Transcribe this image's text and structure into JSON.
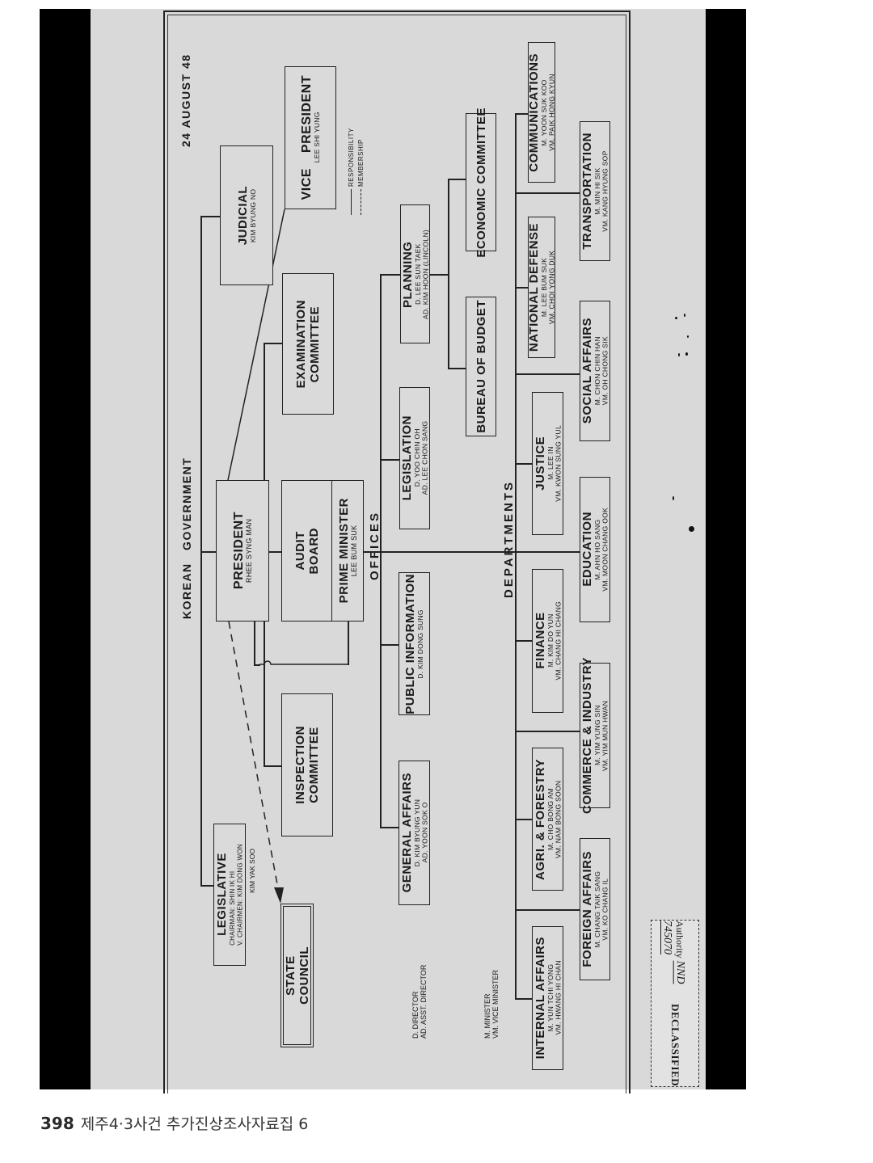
{
  "document": {
    "date": "24 AUGUST 48",
    "title": "KOREAN GOVERNMENT",
    "section_offices": "OFFICES",
    "section_departments": "DEPARTMENTS",
    "legend": {
      "responsibility": "RESPONSIBILITY",
      "membership": "MEMBERSHIP"
    },
    "abbreviations": {
      "offices": [
        "D. DIRECTOR",
        "AD. ASST. DIRECTOR"
      ],
      "departments": [
        "M. MINISTER",
        "VM. VICE MINISTER"
      ]
    }
  },
  "boxes": {
    "judicial": {
      "title": "JUDICIAL",
      "lines": [
        "KIM BYUNG NO"
      ]
    },
    "vice_president": {
      "title": "VICE PRESIDENT",
      "lines": [
        "LEE SHI YUNG"
      ]
    },
    "examination_committee": {
      "title": "EXAMINATION",
      "title2": "COMMITTEE"
    },
    "president": {
      "title": "PRESIDENT",
      "lines": [
        "RHEE SYNG MAN"
      ]
    },
    "audit_board": {
      "title": "AUDIT",
      "title2": "BOARD"
    },
    "prime_minister": {
      "title": "PRIME MINISTER",
      "lines": [
        "LEE BUM SUK"
      ]
    },
    "inspection_committee": {
      "title": "INSPECTION",
      "title2": "COMMITTEE"
    },
    "legislative": {
      "title": "LEGISLATIVE",
      "lines": [
        "CHAIRMAN:  SHIN IK HI",
        "V. CHAIRMEN:  KIM DONG WON",
        "KIM YAK SOO"
      ]
    },
    "state_council": {
      "title": "STATE",
      "title2": "COUNCIL"
    },
    "planning": {
      "title": "PLANNING",
      "lines": [
        "D.  LEE  SUN  TAEK",
        "AD.  KIM HOON (LINCOLN)"
      ]
    },
    "legislation": {
      "title": "LEGISLATION",
      "lines": [
        "D.  YOO  CHIN  OH",
        "AD.  LEE  CHON  SANG"
      ]
    },
    "public_information": {
      "title": "PUBLIC  INFORMATION",
      "lines": [
        "D.  KIM DONG SUNG"
      ]
    },
    "general_affairs": {
      "title": "GENERAL  AFFAIRS",
      "lines": [
        "D.  KIM BYUNG YUN",
        "AD.  YOON  SOK  O"
      ]
    },
    "economic_committee": {
      "title": "ECONOMIC  COMMITTEE"
    },
    "bureau_of_budget": {
      "title": "BUREAU OF BUDGET"
    },
    "communications": {
      "title": "COMMUNICATIONS",
      "lines": [
        "M.  YOON  SUK  KOO",
        "VM.  PAIK  HONG KYUN"
      ]
    },
    "national_defense": {
      "title": "NATIONAL   DEFENSE",
      "lines": [
        "M.  LEE   BUM SUK",
        "VM.  CHOI  YONG DUK"
      ]
    },
    "justice": {
      "title": "JUSTICE",
      "lines": [
        "M.  LEE  IN",
        "VM.  KWON SUNG YUL"
      ]
    },
    "finance": {
      "title": "FINANCE",
      "lines": [
        "M.  KIM  DO  YUN",
        "VM.  CHANG HI CHANG"
      ]
    },
    "agri_forestry": {
      "title": "AGRI.  &   FORESTRY",
      "lines": [
        "M.  CHO   BONG  AM",
        "VM.  NAM  BONG  SOON"
      ]
    },
    "internal_affairs": {
      "title": "INTERNAL  AFFAIRS",
      "lines": [
        "M.  YUN  TCHI  YONG",
        "VM.  HWANG HI CHAN"
      ]
    },
    "transportation": {
      "title": "TRANSPORTATION",
      "lines": [
        "M.  MIN HI  SIK",
        "VM.  KANG HYUNG  SOP"
      ]
    },
    "social_affairs": {
      "title": "SOCIAL   AFFAIRS",
      "lines": [
        "M.  CHON CHIN HAN",
        "VM.  OH CHONG SIK"
      ]
    },
    "education": {
      "title": "EDUCATION",
      "lines": [
        "M.  AHN HO SANG",
        "VM.  MOON CHANG OOK"
      ]
    },
    "commerce_industry": {
      "title": "COMMERCE & INDUSTRY",
      "lines": [
        "M.  YIM  YUNG  SIN",
        "VM.  YIM  MUN HWAN"
      ]
    },
    "foreign_affairs": {
      "title": "FOREIGN   AFFAIRS",
      "lines": [
        "M.  CHANG TAIK SANG",
        "VM.  KO CHANG IL"
      ]
    }
  },
  "stamp": {
    "label": "DECLASSIFIED",
    "authority_prefix": "Authority",
    "authority_value": "NND 745070"
  },
  "footer": {
    "page_number": "398",
    "book_title": "제주4·3사건 추가진상조사자료집 6"
  }
}
